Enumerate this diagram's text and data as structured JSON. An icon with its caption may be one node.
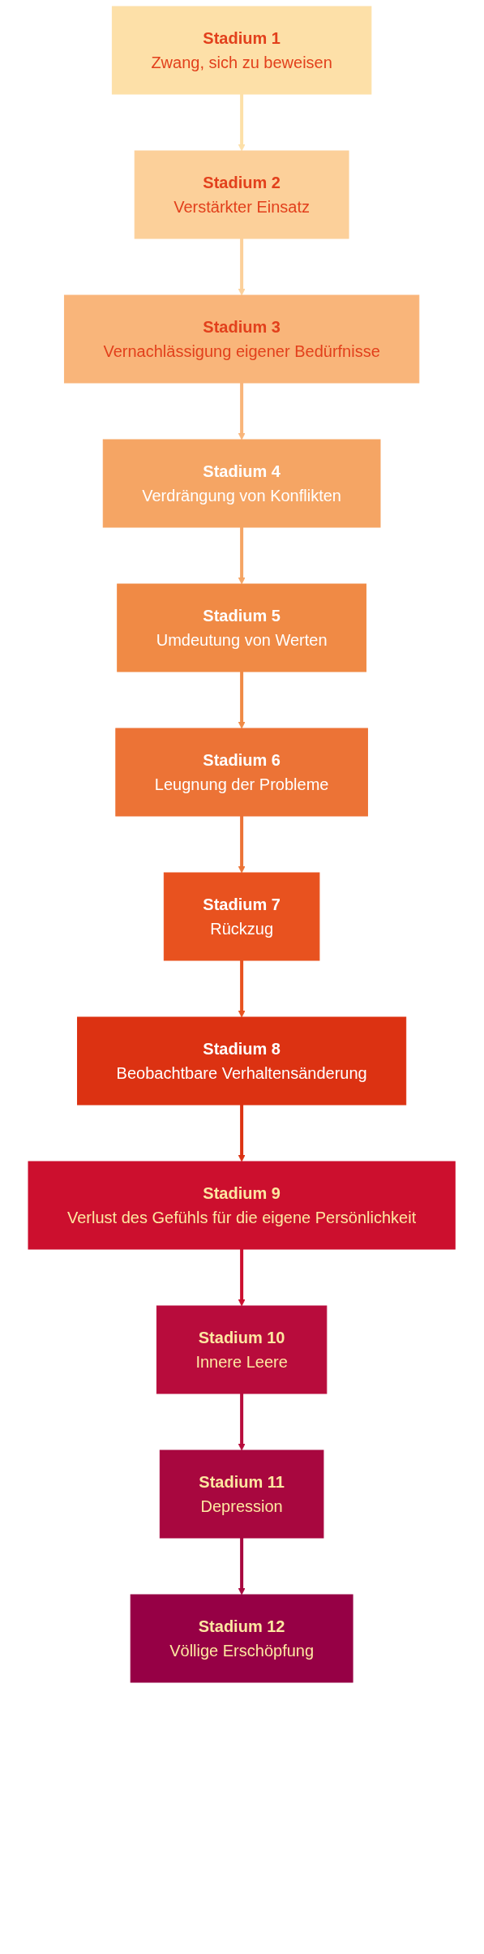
{
  "diagram": {
    "nodes": [
      {
        "text": [
          "Stadium 1",
          "Zwang, sich zu beweisen"
        ]
      },
      {
        "text": [
          "Stadium 2",
          "Verstärkter Einsatz"
        ]
      },
      {
        "text": [
          "Stadium 3",
          "Vernachlässigung eigener Bedürfnisse"
        ]
      },
      {
        "text": [
          "Stadium 4",
          "Verdrängung von Konflikten"
        ]
      },
      {
        "text": [
          "Stadium 5",
          "Umdeutung von Werten"
        ]
      },
      {
        "text": [
          "Stadium 6",
          "Leugnung der Probleme"
        ]
      },
      {
        "text": [
          "Stadium 7",
          "Rückzug"
        ]
      },
      {
        "text": [
          "Stadium 8",
          "Beobachtbare Verhaltensänderung"
        ]
      },
      {
        "text": [
          "Stadium 9",
          "Verlust des Gefühls für die eigene Persönlichkeit"
        ]
      },
      {
        "text": [
          "Stadium 10",
          "Innere Leere"
        ]
      },
      {
        "text": [
          "Stadium 11",
          "Depression"
        ]
      },
      {
        "text": [
          "Stadium 12",
          "Völlige Erschöpfung"
        ]
      }
    ],
    "edges": [
      {
        "from": 0,
        "to": 1,
        "arrow": "to",
        "color": "#fde0a8"
      },
      {
        "from": 1,
        "to": 2,
        "arrow": "to",
        "color": "#fcd09a"
      },
      {
        "from": 2,
        "to": 3,
        "arrow": "to",
        "color": "#f9b57a"
      },
      {
        "from": 3,
        "to": 4,
        "arrow": "to",
        "color": "#f5a564"
      },
      {
        "from": 4,
        "to": 5,
        "arrow": "to",
        "color": "#f08a45"
      },
      {
        "from": 5,
        "to": 6,
        "arrow": "to",
        "color": "#ec7336"
      },
      {
        "from": 6,
        "to": 7,
        "arrow": "to",
        "color": "#e8521f"
      },
      {
        "from": 7,
        "to": 8,
        "arrow": "to",
        "color": "#dc3212"
      },
      {
        "from": 8,
        "to": 9,
        "arrow": "to",
        "color": "#cc0f2e"
      },
      {
        "from": 9,
        "to": 10,
        "arrow": "to",
        "color": "#b80c3c"
      },
      {
        "from": 10,
        "to": 11,
        "arrow": "to",
        "color": "#a8073f"
      }
    ]
  }
}
